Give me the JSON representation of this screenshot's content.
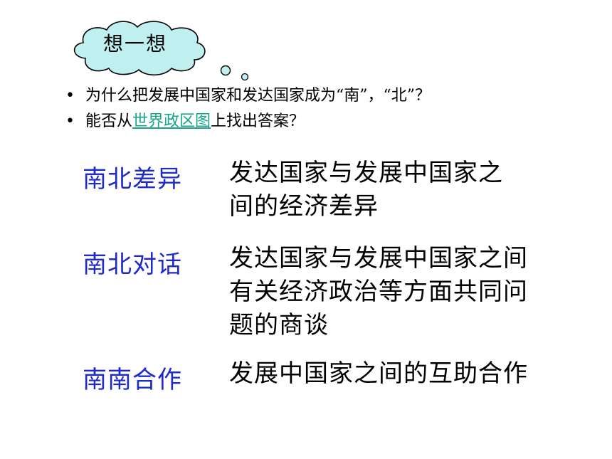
{
  "thought": {
    "label": "想一想"
  },
  "questions": [
    {
      "text": "为什么把发展中国家和发达国家成为“南”，“北”？"
    },
    {
      "prefix": "能否从",
      "link": "世界政区图",
      "suffix": "上找出答案？"
    }
  ],
  "definitions": [
    {
      "term": "南北差异",
      "lines": [
        "发达国家与发展中国家之",
        "间的经济差异"
      ]
    },
    {
      "term": "南北对话",
      "lines": [
        "发达国家与发展中国家之间",
        "有关经济政治等方面共同问",
        "题的商谈"
      ]
    },
    {
      "term": "南南合作",
      "lines": [
        "发展中国家之间的互助合作"
      ]
    }
  ],
  "colors": {
    "cloud_fill": "#bfefef",
    "term": "#1f2bc9",
    "link": "#17a589"
  }
}
